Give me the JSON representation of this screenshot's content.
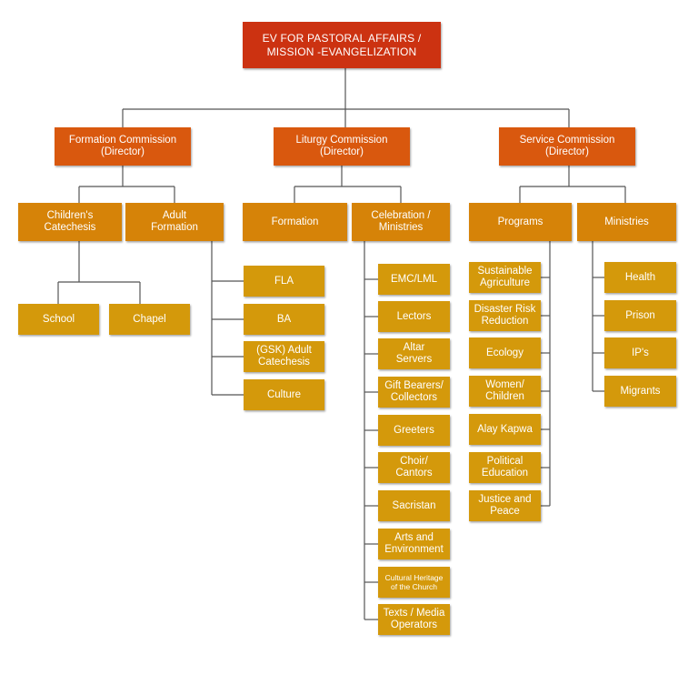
{
  "colors": {
    "top": "#cc3211",
    "commission": "#d9580e",
    "subunit": "#d68308",
    "leaf": "#d4990b",
    "connector": "#555555"
  },
  "root": {
    "label": "EV FOR PASTORAL AFFAIRS /\nMISSION -EVANGELIZATION"
  },
  "formation_commission": {
    "label": "Formation Commission\n(Director)",
    "childrens_catechesis": {
      "label": "Children's\nCatechesis",
      "items": [
        "School",
        "Chapel"
      ]
    },
    "adult_formation": {
      "label": "Adult\nFormation",
      "items": [
        "FLA",
        "BA",
        "(GSK) Adult\nCatechesis",
        "Culture"
      ]
    }
  },
  "liturgy_commission": {
    "label": "Liturgy Commission\n(Director)",
    "formation": {
      "label": "Formation"
    },
    "celebration_ministries": {
      "label": "Celebration /\nMinistries",
      "items": [
        "EMC/LML",
        "Lectors",
        "Altar\nServers",
        "Gift Bearers/\nCollectors",
        "Greeters",
        "Choir/\nCantors",
        "Sacristan",
        "Arts and\nEnvironment",
        "Cultural Heritage\nof the Church",
        "Texts / Media\nOperators"
      ]
    }
  },
  "service_commission": {
    "label": "Service Commission\n(Director)",
    "programs": {
      "label": "Programs",
      "items": [
        "Sustainable\nAgriculture",
        "Disaster Risk\nReduction",
        "Ecology",
        "Women/\nChildren",
        "Alay Kapwa",
        "Political\nEducation",
        "Justice and\nPeace"
      ]
    },
    "ministries": {
      "label": "Ministries",
      "items": [
        "Health",
        "Prison",
        "IP's",
        "Migrants"
      ]
    }
  }
}
